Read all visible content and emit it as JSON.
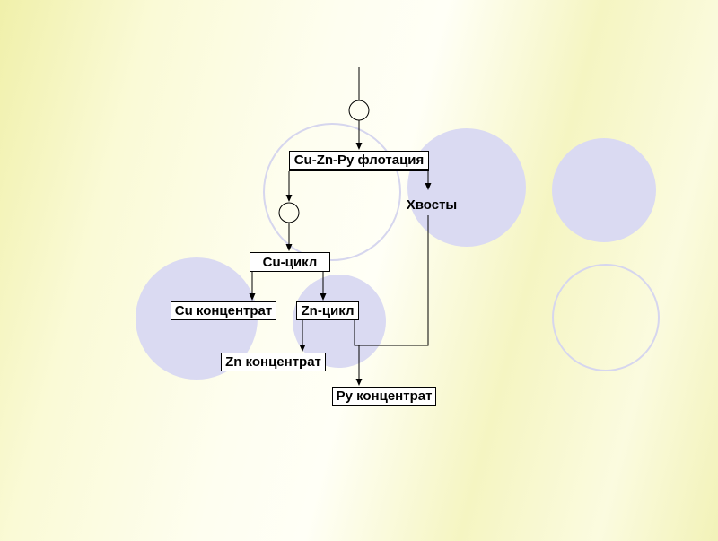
{
  "slide": {
    "accent_circle_fill": "#dadaf2",
    "accent_circle_outline": "#d6d6ee",
    "line_color": "#000000"
  },
  "diagram": {
    "nodes": {
      "flotation": "Cu-Zn-Py флотация",
      "tails": "Хвосты",
      "cu_cycle": "Cu-цикл",
      "cu_concentrate": "Cu концентрат",
      "zn_cycle": "Zn-цикл",
      "zn_concentrate": "Zn концентрат",
      "py_concentrate": "Py концентрат"
    }
  }
}
